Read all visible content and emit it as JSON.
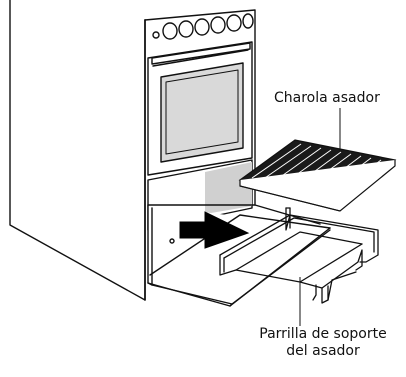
{
  "labels": {
    "broiler_tray": "Charola asador",
    "rack_line1": "Parrilla de soporte",
    "rack_line2": "del asador"
  },
  "colors": {
    "line": "#111111",
    "window_fill": "#d9d9d9",
    "tray_fill": "#1a1a1a",
    "arrow": "#000000"
  }
}
